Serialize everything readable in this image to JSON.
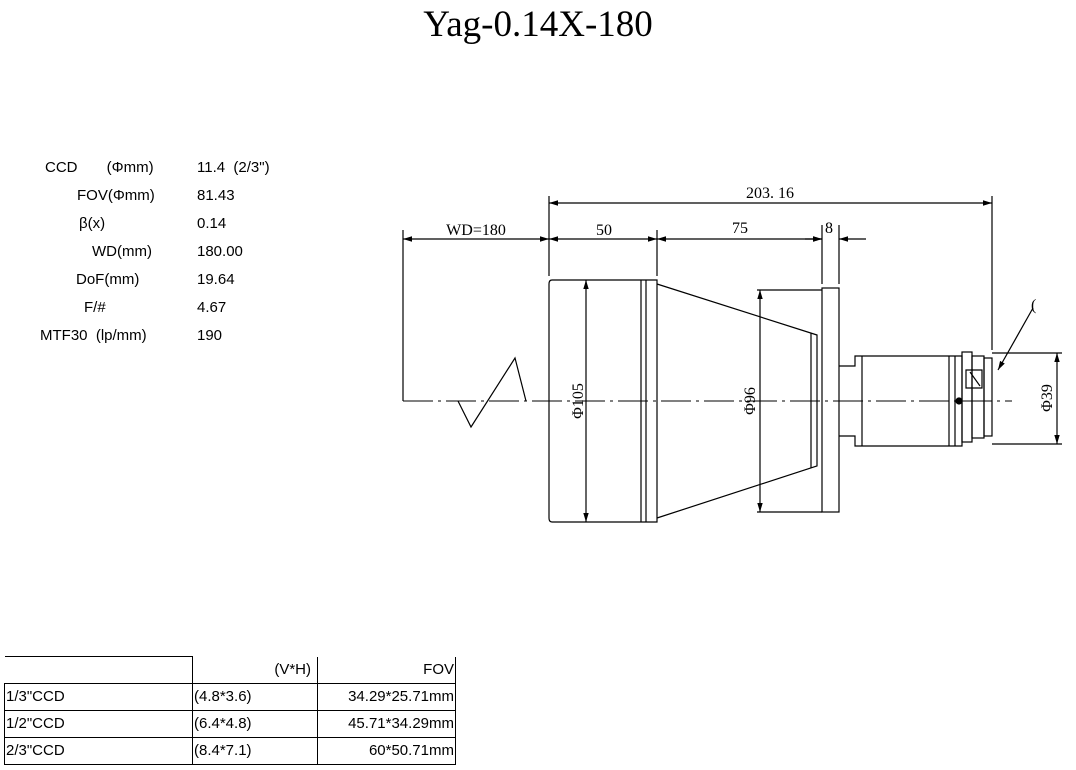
{
  "title": "Yag-0.14X-180",
  "specs": [
    {
      "label": "CCD       (Φmm)",
      "value": "11.4  (2/3\")"
    },
    {
      "label": "FOV(Φmm)",
      "value": "81.43"
    },
    {
      "label": "β(x)",
      "value": "0.14"
    },
    {
      "label": "WD(mm)",
      "value": "180.00"
    },
    {
      "label": "DoF(mm)",
      "value": "19.64"
    },
    {
      "label": "F/#",
      "value": "4.67"
    },
    {
      "label": "MTF30  (lp/mm)",
      "value": "190"
    }
  ],
  "drawing": {
    "total_length": "203. 16",
    "wd": "WD=180",
    "seg1": "50",
    "seg2": "75",
    "seg3": "8",
    "dia_front": "Φ105",
    "dia_mid": "Φ96",
    "dia_rear": "Φ39",
    "callout": "("
  },
  "table": {
    "header": [
      "",
      "(V*H)",
      "FOV"
    ],
    "rows": [
      [
        "1/3\"CCD",
        "(4.8*3.6)",
        "34.29*25.71mm"
      ],
      [
        "1/2\"CCD",
        "(6.4*4.8)",
        "45.71*34.29mm"
      ],
      [
        "2/3\"CCD",
        "(8.4*7.1)",
        "60*50.71mm"
      ]
    ]
  }
}
